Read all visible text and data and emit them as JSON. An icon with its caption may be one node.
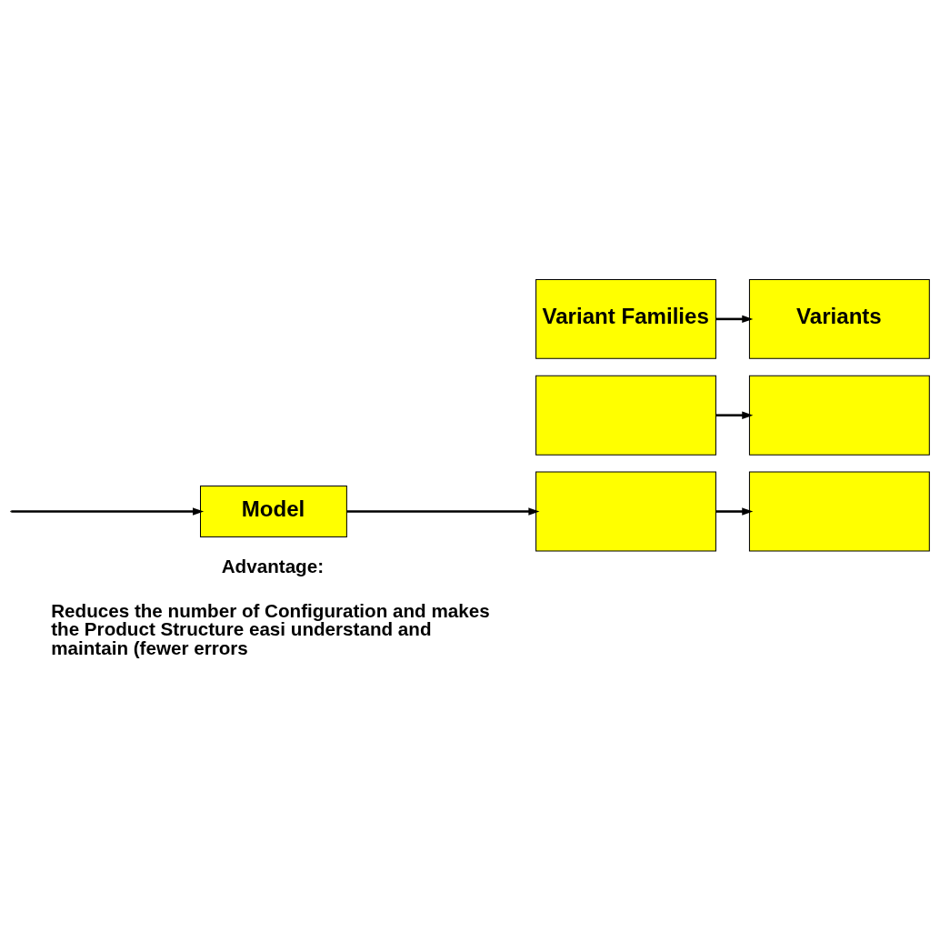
{
  "diagram": {
    "nodes": [
      {
        "text": [
          "Model"
        ]
      },
      {
        "text": [],
        "shape": "box"
      },
      {
        "text": [],
        "shape": "box"
      },
      {
        "text": [
          "Variant Families"
        ]
      },
      {
        "text": [],
        "shape": "box"
      },
      {
        "text": [],
        "shape": "box"
      },
      {
        "text": [
          "Variants"
        ]
      }
    ],
    "edges": [
      {
        "from": null,
        "to": 0,
        "arrow": "to"
      },
      {
        "from": 0,
        "to": 1,
        "arrow": "to"
      },
      {
        "from": 1,
        "to": 4,
        "arrow": "to"
      },
      {
        "from": 2,
        "to": 5,
        "arrow": "to"
      },
      {
        "from": 3,
        "to": 6,
        "arrow": "to"
      }
    ],
    "labels": [
      "Advantage:",
      "Reduces the number of Configuration and makes the Product Structure easi understand and maintain (fewer errors"
    ]
  }
}
